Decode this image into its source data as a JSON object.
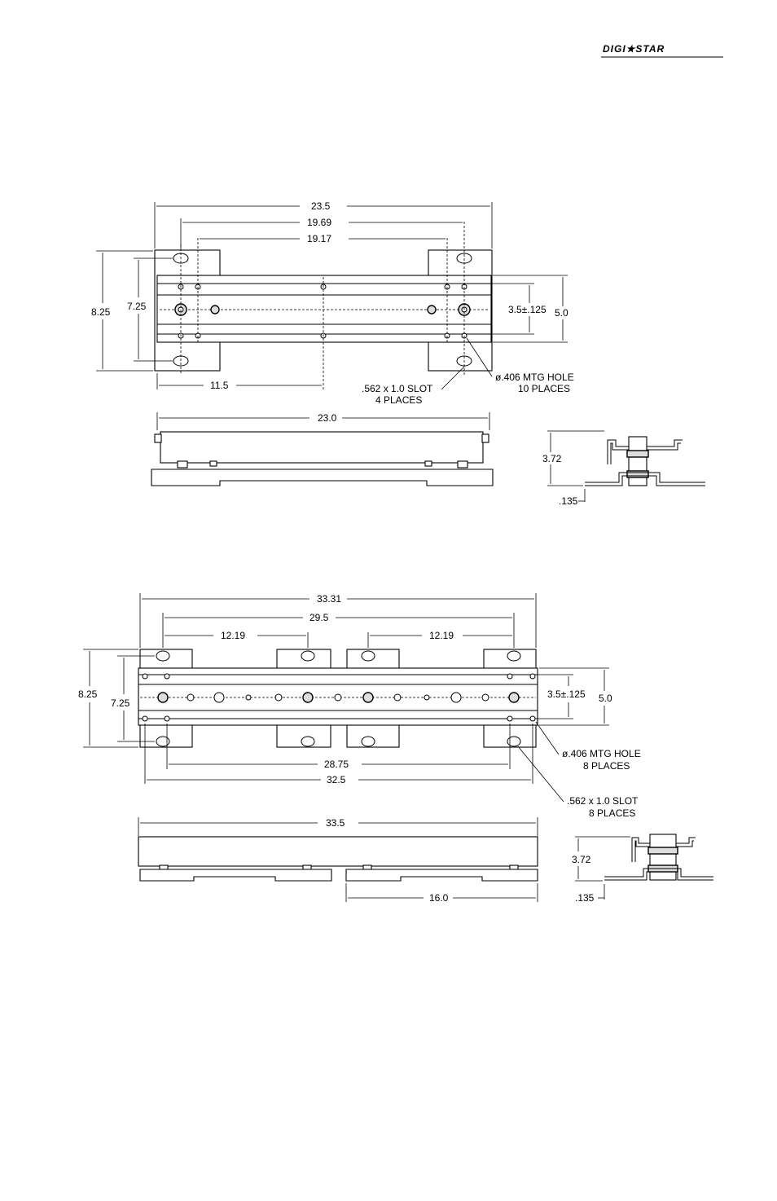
{
  "brand": {
    "logo_text": "DIGI★STAR"
  },
  "drawing1": {
    "top_view": {
      "dims": [
        "23.5",
        "19.69",
        "19.17",
        "8.25",
        "7.25",
        "3.5±.125",
        "5.0",
        "11.5"
      ],
      "callouts": {
        "slot_line1": ".562 x 1.0 SLOT",
        "slot_line2": "4 PLACES",
        "hole_line1": "ø.406 MTG HOLE",
        "hole_line2": "10 PLACES"
      }
    },
    "side_view": {
      "dims": [
        "23.0"
      ]
    },
    "end_view": {
      "dims": [
        "3.72",
        ".135"
      ]
    }
  },
  "drawing2": {
    "top_view": {
      "dims": [
        "33.31",
        "29.5",
        "12.19",
        "12.19",
        "8.25",
        "7.25",
        "3.5±.125",
        "5.0",
        "28.75",
        "32.5"
      ],
      "callouts": {
        "hole_line1": "ø.406 MTG HOLE",
        "hole_line2": "8 PLACES",
        "slot_line1": ".562 x 1.0 SLOT",
        "slot_line2": "8 PLACES"
      }
    },
    "side_view": {
      "dims": [
        "33.5",
        "16.0"
      ]
    },
    "end_view": {
      "dims": [
        "3.72",
        ".135"
      ]
    }
  }
}
